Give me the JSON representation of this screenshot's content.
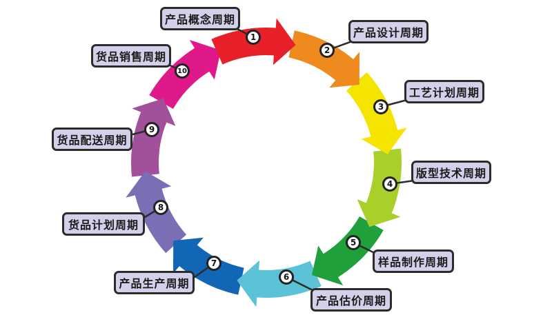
{
  "stages": [
    {
      "num": "1",
      "label": "产品概念周期",
      "color": "#e8202a"
    },
    {
      "num": "2",
      "label": "产品设计周期",
      "color": "#ef8a1e"
    },
    {
      "num": "3",
      "label": "工艺计划周期",
      "color": "#f5e400"
    },
    {
      "num": "4",
      "label": "版型技术周期",
      "color": "#a9cf2a"
    },
    {
      "num": "5",
      "label": "样品制作周期",
      "color": "#1fa03a"
    },
    {
      "num": "6",
      "label": "产品估价周期",
      "color": "#5cc3d6"
    },
    {
      "num": "7",
      "label": "产品生产周期",
      "color": "#1266b6"
    },
    {
      "num": "8",
      "label": "货品计划周期",
      "color": "#7a6fb5"
    },
    {
      "num": "9",
      "label": "货品配送周期",
      "color": "#a2509b"
    },
    {
      "num": "10",
      "label": "货品销售周期",
      "color": "#e0198a"
    }
  ]
}
